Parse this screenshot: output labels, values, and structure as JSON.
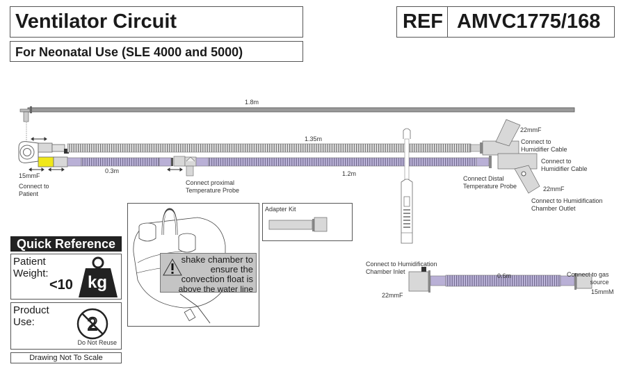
{
  "header": {
    "title": "Ventilator Circuit",
    "subtitle": "For Neonatal Use (SLE 4000 and 5000)",
    "ref_label": "REF",
    "ref_code": "AMVC1775/168"
  },
  "diagram": {
    "lengths": {
      "overall": "1.8m",
      "inspiratory": "1.35m",
      "expiratory": "1.2m",
      "patient_segment": "0.3m",
      "dry_line": "0.6m"
    },
    "labels": {
      "patient_connector_size": "15mmF",
      "connect_patient": [
        "Connect to",
        "Patient"
      ],
      "proximal_probe": [
        "Connect proximal",
        "Temperature Probe"
      ],
      "distal_probe": [
        "Connect Distal",
        "Temperature Probe"
      ],
      "humidifier_cable_1": [
        "Connect to",
        "Humidifier Cable"
      ],
      "humidifier_cable_2": [
        "Connect to",
        "Humidifier Cable"
      ],
      "size_top": "22mmF",
      "size_bottom": "22mmF",
      "chamber_outlet": [
        "Connect to Humidification",
        "Chamber Outlet"
      ],
      "chamber_inlet": [
        "Connect to Humidification",
        "Chamber Inlet"
      ],
      "inlet_size": "22mmF",
      "gas_source": [
        "Connect to gas",
        "source"
      ],
      "gas_source_size": "15mmM"
    },
    "colors": {
      "patient_connector": "#f0e81a",
      "expiratory_tube": "#b9b0d6",
      "inspiratory_tube": "#d8d8d8",
      "support_bar": "#9a9a9a"
    }
  },
  "adapter_kit": {
    "title": "Adapter Kit"
  },
  "warning": {
    "lines": [
      "shake chamber to",
      "ensure the",
      "convection float is",
      "above the water line"
    ]
  },
  "quick_reference": {
    "title": "Quick Reference",
    "weight_label": [
      "Patient",
      "Weight:"
    ],
    "weight_value": "<10",
    "weight_unit": "kg",
    "use_label": [
      "Product",
      "Use:"
    ],
    "use_value": "Do Not Reuse",
    "scale_note": "Drawing Not To Scale"
  }
}
